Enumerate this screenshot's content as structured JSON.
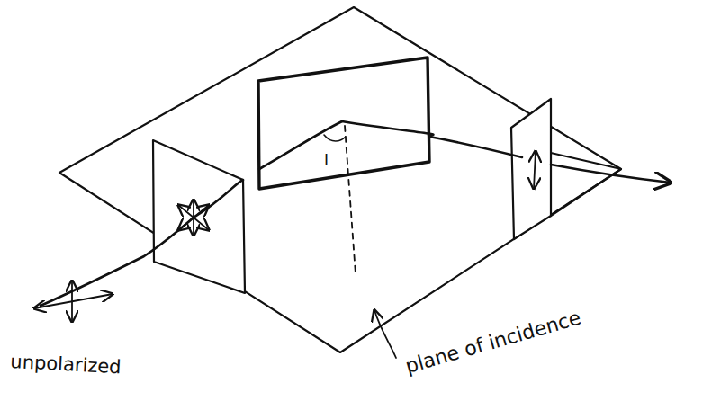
{
  "diagram": {
    "labels": [
      "unpolarized",
      "I",
      "plane of incidence"
    ]
  }
}
